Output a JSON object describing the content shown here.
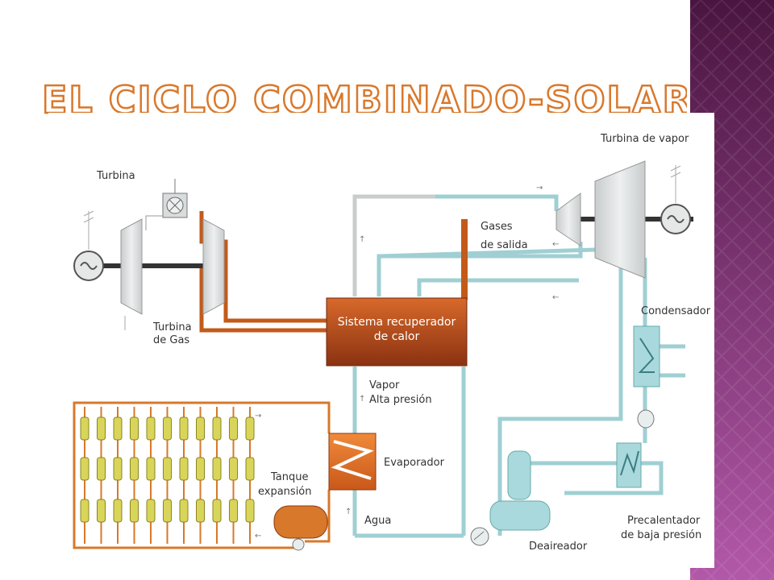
{
  "slide": {
    "title": "EL CICLO COMBINADO-SOLAR"
  },
  "diagram": {
    "labels": {
      "turbina": "Turbina",
      "turbina_gas_1": "Turbina",
      "turbina_gas_2": "de Gas",
      "turbina_vapor": "Turbina de vapor",
      "gases_1": "Gases",
      "gases_2": "de salida",
      "hrsg_1": "Sistema recuperador",
      "hrsg_2": "de calor",
      "condensador": "Condensador",
      "vapor_1": "Vapor",
      "vapor_2": "Alta presión",
      "evaporador": "Evaporador",
      "tanque_1": "Tanque",
      "tanque_2": "expansión",
      "agua": "Agua",
      "deaireador": "Deaireador",
      "precal_1": "Precalentador",
      "precal_2": "de baja presión"
    }
  },
  "colors": {
    "side_panel_top": "#4a1540",
    "side_panel_bottom": "#a8509e",
    "title_fill": "#ffffff",
    "title_outline": "#d9782c",
    "pipe_steam": "#9fcfd3",
    "pipe_oil": "#c35a1a",
    "hrsg_top": "#d2641e",
    "hrsg_bottom": "#8e3413",
    "turbine_fill": "#d6d9d9",
    "collector": "#d8d55a",
    "deaerator": "#a9d9dc"
  }
}
